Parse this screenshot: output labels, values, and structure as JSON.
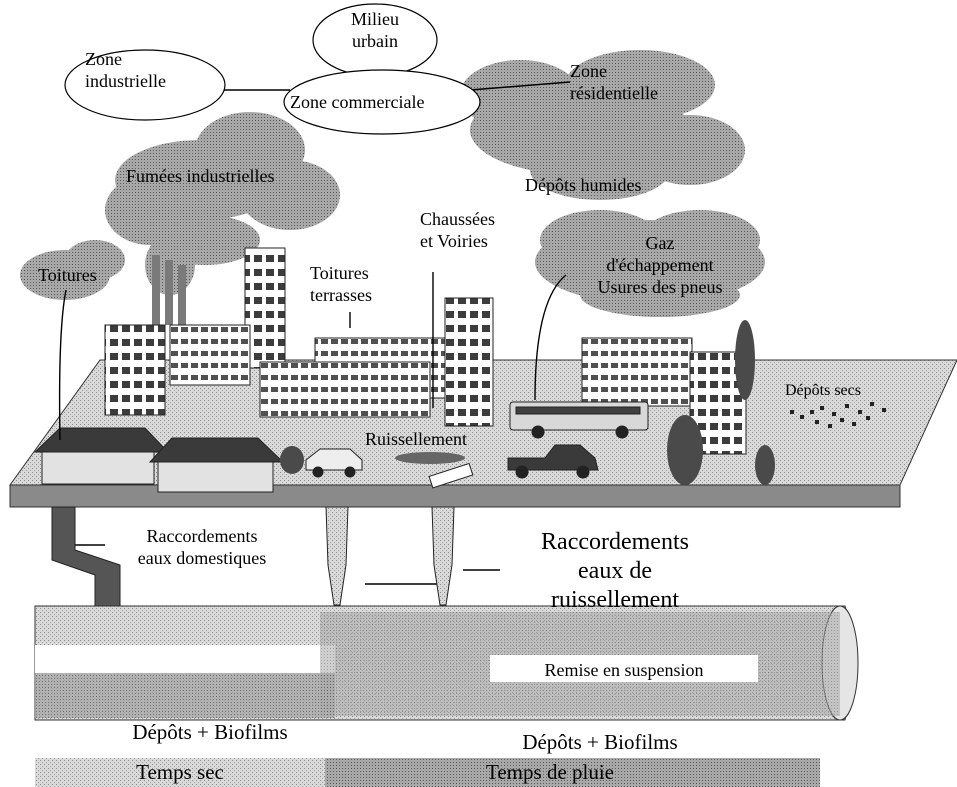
{
  "labels": {
    "milieu_urbain": "Milieu\nurbain",
    "zone_industrielle": "Zone\nindustrielle",
    "zone_commerciale": "Zone commerciale",
    "zone_residentielle": "Zone\nrésidentielle",
    "fumees_industrielles": "Fumées industrielles",
    "depots_humides": "Dépôts humides",
    "chaussees_voiries": "Chaussées\net Voiries",
    "toitures": "Toitures",
    "toitures_terrasses": "Toitures\nterrasses",
    "gaz_echappement": "Gaz\nd'échappement\nUsures des pneus",
    "depots_secs": "Dépôts secs",
    "ruissellement": "Ruissellement",
    "raccordements_domestiques": "Raccordements\neaux domestiques",
    "raccordements_ruissellement": "Raccordements\neaux de\nruissellement",
    "remise_suspension": "Remise en suspension",
    "depots_biofilms_sec": "Dépôts + Biofilms",
    "depots_biofilms_pluie": "Dépôts + Biofilms",
    "temps_sec": "Temps sec",
    "temps_pluie": "Temps de pluie"
  },
  "colors": {
    "cloud": "#9a9a9a",
    "cloud_dark": "#6e6e6e",
    "platform_top": "#d4d4d4",
    "platform_side": "#8a8a8a",
    "pipe": "#bdbdbd",
    "sediment": "#8f8f8f",
    "band_sec": "#d0d0d0",
    "band_pluie": "#a4a4a4"
  }
}
